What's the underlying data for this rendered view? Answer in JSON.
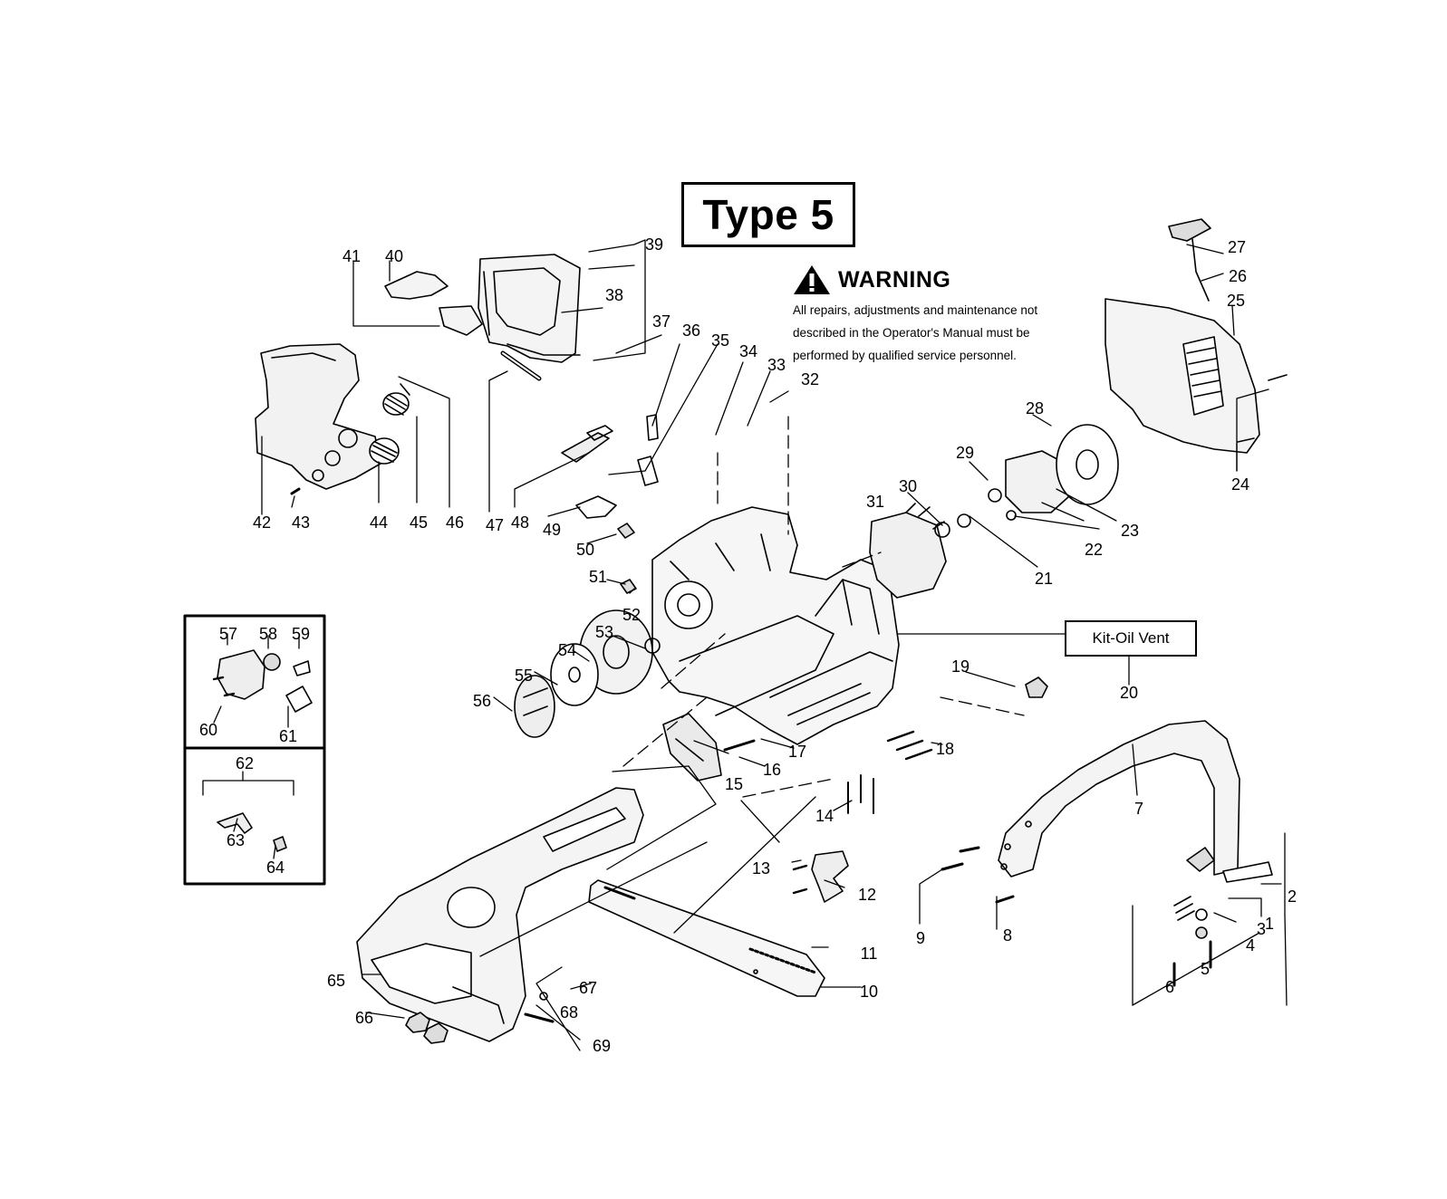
{
  "title": "Type 5",
  "warning": {
    "heading": "WARNING",
    "lines": [
      "All repairs, adjustments and maintenance not",
      "described in the Operator's Manual must be",
      "performed by qualified service personnel."
    ]
  },
  "kit_label": "Kit-Oil Vent",
  "callouts": {
    "c1": "1",
    "c2": "2",
    "c3": "3",
    "c4": "4",
    "c5": "5",
    "c6": "6",
    "c7": "7",
    "c8": "8",
    "c9": "9",
    "c10": "10",
    "c11": "11",
    "c12": "12",
    "c13": "13",
    "c14": "14",
    "c15": "15",
    "c16": "16",
    "c17": "17",
    "c18": "18",
    "c19": "19",
    "c20": "20",
    "c21": "21",
    "c22": "22",
    "c23": "23",
    "c24": "24",
    "c25": "25",
    "c26": "26",
    "c27": "27",
    "c28": "28",
    "c29": "29",
    "c30": "30",
    "c31": "31",
    "c32": "32",
    "c33": "33",
    "c34": "34",
    "c35": "35",
    "c36": "36",
    "c37": "37",
    "c38": "38",
    "c39": "39",
    "c40": "40",
    "c41": "41",
    "c42": "42",
    "c43": "43",
    "c44": "44",
    "c45": "45",
    "c46": "46",
    "c47": "47",
    "c48": "48",
    "c49": "49",
    "c50": "50",
    "c51": "51",
    "c52": "52",
    "c53": "53",
    "c54": "54",
    "c55": "55",
    "c56": "56",
    "c57": "57",
    "c58": "58",
    "c59": "59",
    "c60": "60",
    "c61": "61",
    "c62": "62",
    "c63": "63",
    "c64": "64",
    "c65": "65",
    "c66": "66",
    "c67": "67",
    "c68": "68",
    "c69": "69"
  }
}
